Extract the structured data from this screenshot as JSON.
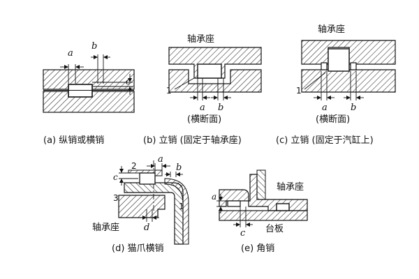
{
  "panels": {
    "a": {
      "caption": "(a) 纵销或横销",
      "dims": {
        "a": "a",
        "b": "b",
        "c": "c"
      }
    },
    "b": {
      "caption": "(b) 立销 (固定于轴承座)",
      "housing": "轴承座",
      "section": "(横断面)",
      "part": "1",
      "dims": {
        "a": "a",
        "b": "b"
      }
    },
    "c": {
      "caption": "(c) 立销 (固定于汽缸上)",
      "housing": "轴承座",
      "section": "(横断面)",
      "part": "1",
      "dims": {
        "a": "a",
        "b": "b"
      }
    },
    "d": {
      "caption": "(d) 猫爪横销",
      "housing": "轴承座",
      "parts": {
        "p1": "1",
        "p2": "2",
        "p3": "3"
      },
      "dims": {
        "a": "a",
        "b": "b",
        "c": "c",
        "d": "d"
      }
    },
    "e": {
      "caption": "(e) 角销",
      "housing": "轴承座",
      "plate": "台板",
      "dims": {
        "a": "a",
        "c": "c"
      }
    }
  }
}
